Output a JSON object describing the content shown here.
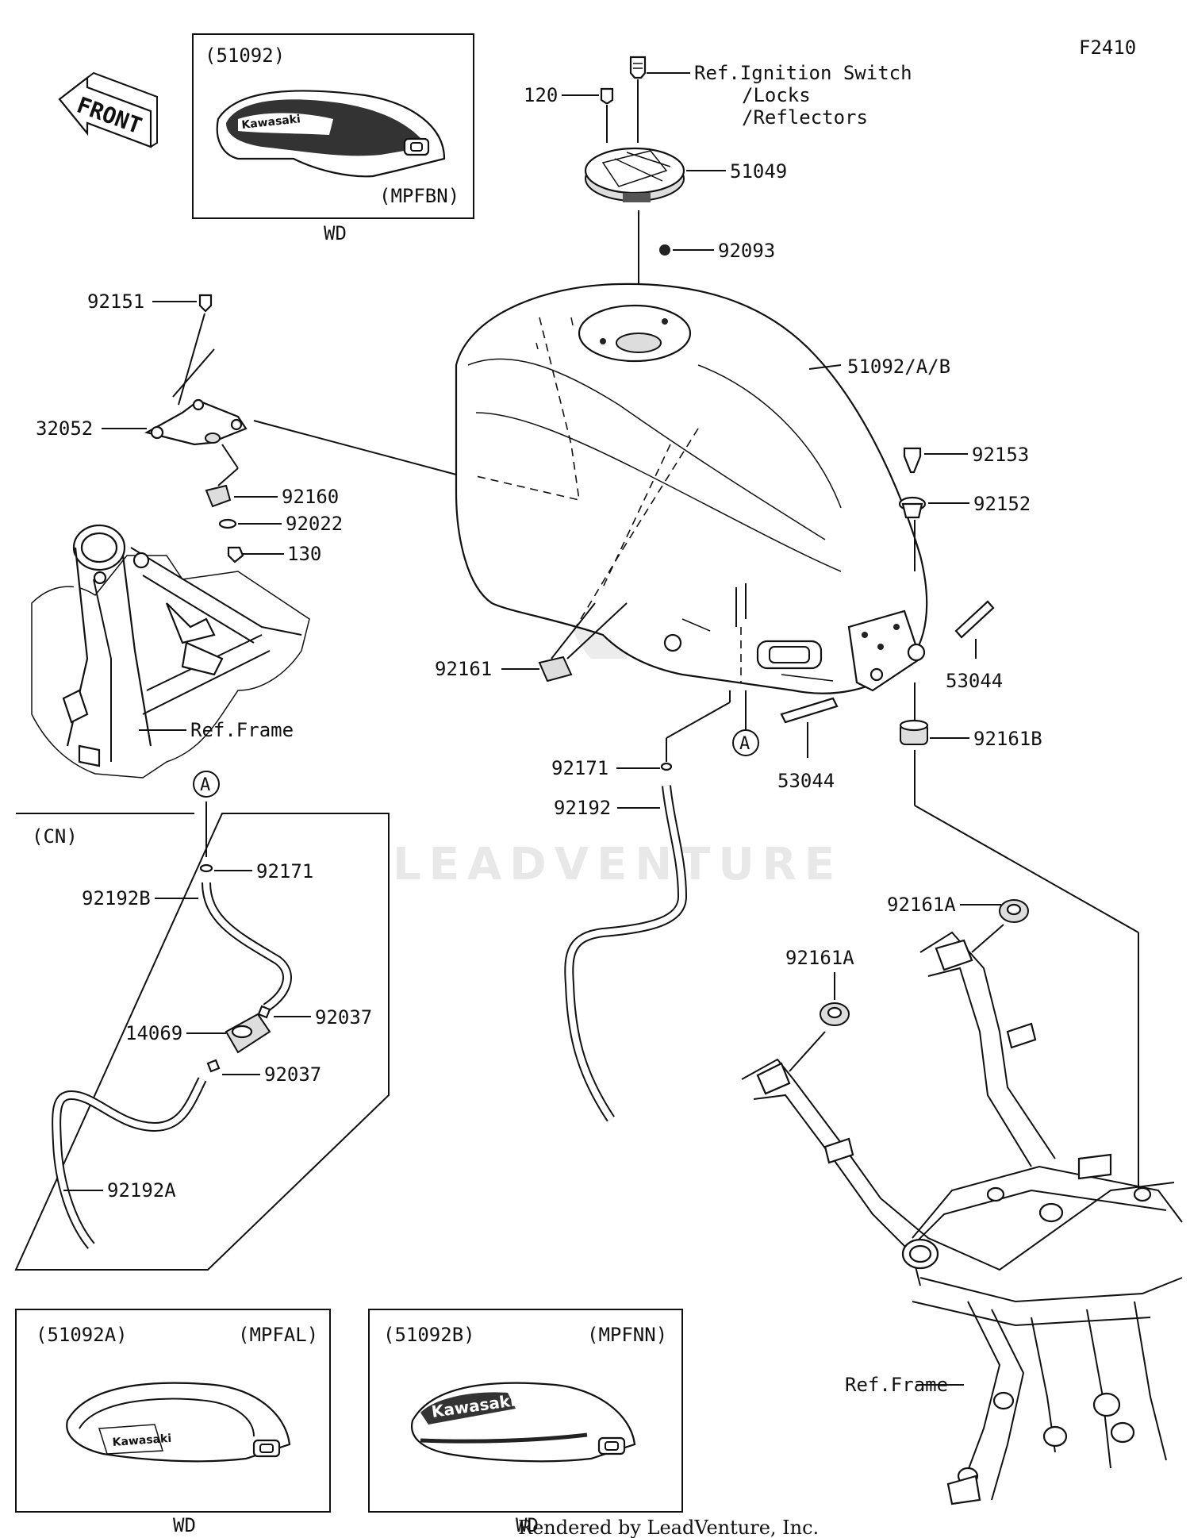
{
  "diagram_code": "F2410",
  "front_label": "FRONT",
  "callouts": {
    "c120": "120",
    "c92093": "92093",
    "c51049": "51049",
    "ignition1": "Ref.Ignition Switch",
    "ignition2": "/Locks",
    "ignition3": "/Reflectors",
    "c92151": "92151",
    "c32052": "32052",
    "c92160": "92160",
    "c92022": "92022",
    "c130": "130",
    "c51092AB": "51092/A/B",
    "c92153": "92153",
    "c92152": "92152",
    "c53044a": "53044",
    "c53044b": "53044",
    "c92161": "92161",
    "c92161B": "92161B",
    "ref_frame_left": "Ref.Frame",
    "ref_frame_right": "Ref.Frame",
    "c92171": "92171",
    "c92192": "92192",
    "c92161A_1": "92161A",
    "c92161A_2": "92161A",
    "marker_a": "A"
  },
  "inset_top": {
    "code": "(51092)",
    "variant": "(MPFBN)",
    "color": "WD",
    "brand": "Kawasaki"
  },
  "inset_cn": {
    "region": "(CN)",
    "c92171": "92171",
    "c92192B": "92192B",
    "c92037a": "92037",
    "c14069": "14069",
    "c92037b": "92037",
    "c92192A": "92192A",
    "marker_a": "A"
  },
  "inset_a": {
    "code": "(51092A)",
    "variant": "(MPFAL)",
    "color": "WD",
    "brand": "Kawasaki"
  },
  "inset_b": {
    "code": "(51092B)",
    "variant": "(MPFNN)",
    "color": "WD",
    "brand": "Kawasaki"
  },
  "watermark": "LEADVENTURE",
  "footer": "Rendered by LeadVenture, Inc."
}
